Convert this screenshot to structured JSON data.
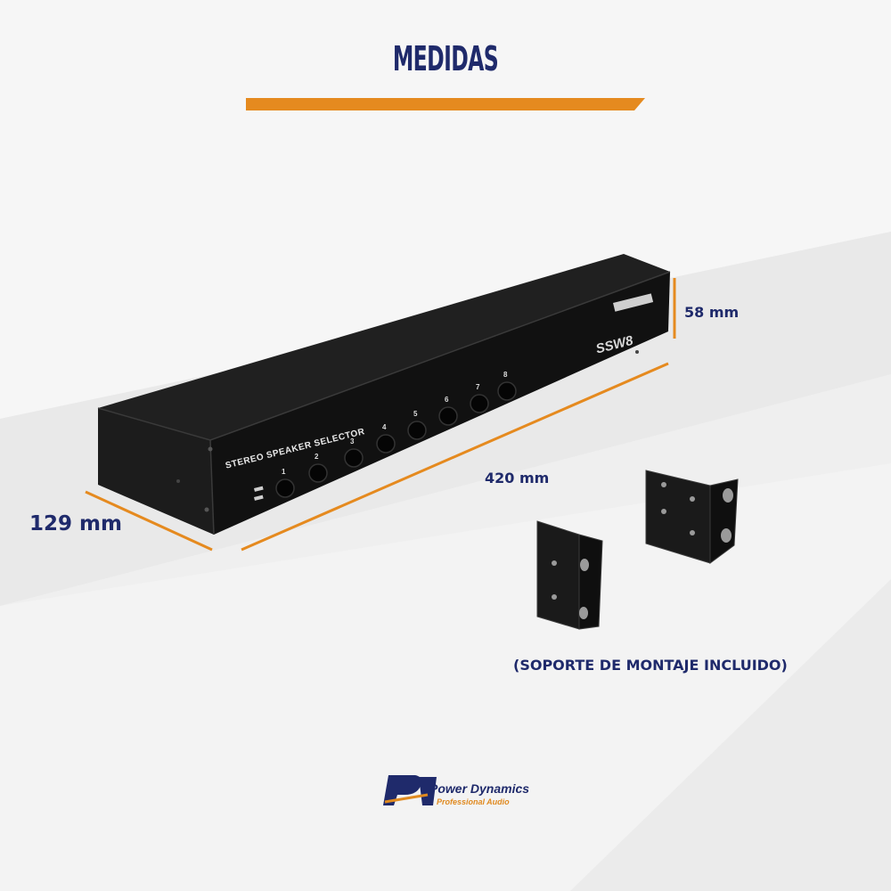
{
  "title": "MEDIDAS",
  "dimensions": {
    "height": "58 mm",
    "width": "420 mm",
    "depth": "129 mm"
  },
  "device": {
    "front_label": "STEREO SPEAKER SELECTOR",
    "model": "SSW8",
    "channel_labels": [
      "1",
      "2",
      "3",
      "4",
      "5",
      "6",
      "7",
      "8"
    ]
  },
  "caption": "(SOPORTE DE MONTAJE INCLUIDO)",
  "brand": {
    "name": "Power Dynamics",
    "tagline": "Professional Audio"
  },
  "colors": {
    "accent": "#e58a1f",
    "text": "#1f2a6b",
    "device": "#1b1b1b"
  }
}
